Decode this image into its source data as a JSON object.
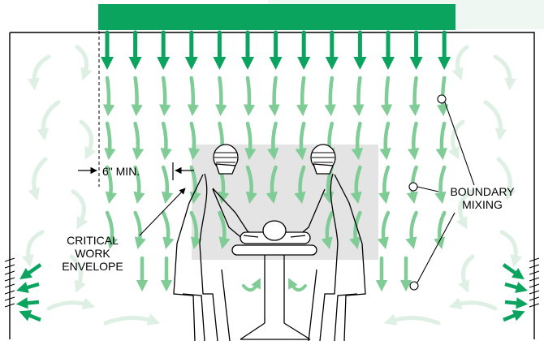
{
  "labels": {
    "clearance": "6\" MIN.",
    "boundary_mixing": [
      "BOUNDARY",
      "MIXING"
    ],
    "critical_work_envelope": [
      "CRITICAL",
      "WORK",
      "ENVELOPE"
    ]
  },
  "colors": {
    "supply_diffuser": "#0aa45f",
    "primary_arrow": "#0aa45f",
    "descending_arrow": "#7fcc96",
    "recirculation_arrow": "#ddf0e3",
    "critical_envelope": "#e4e4e4",
    "background_tint": "#eef7f1",
    "line": "#000000"
  },
  "icons": {
    "exhaust_grille_left": "hatched-grille",
    "exhaust_grille_right": "hatched-grille",
    "surgeon_left": "surgeon-figure",
    "surgeon_right": "surgeon-figure",
    "patient": "patient-on-table"
  }
}
